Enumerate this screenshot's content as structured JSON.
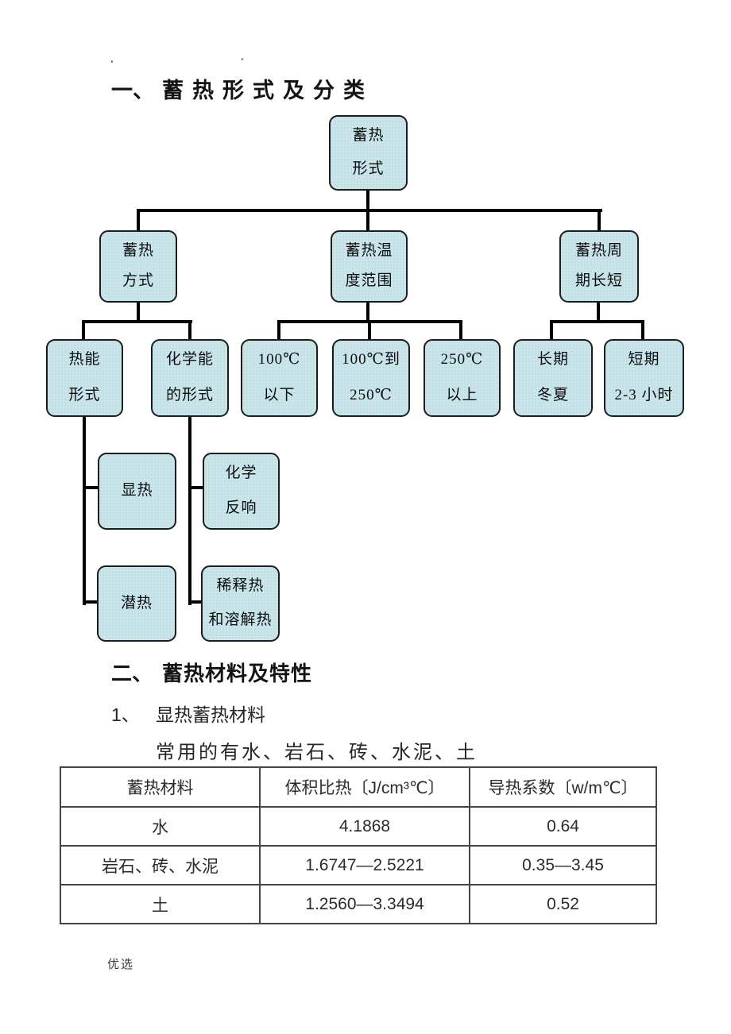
{
  "page": {
    "stray_marks": [
      "·",
      "·"
    ]
  },
  "sections": {
    "s1": {
      "num": "一、",
      "title": "蓄热形式及分类"
    },
    "s2": {
      "num": "二、",
      "title": "蓄热材料及特性"
    },
    "s2_item1": {
      "num": "1、",
      "title": "显热蓄热材料"
    },
    "s2_item1_text": "常用的有水、岩石、砖、水泥、土"
  },
  "flowchart": {
    "nodes": {
      "root": [
        "蓄热",
        "形式"
      ],
      "storage_method": [
        "蓄热",
        "方式"
      ],
      "temperature_range": [
        "蓄热温",
        "度范围"
      ],
      "cycle_length": [
        "蓄热周",
        "期长短"
      ],
      "thermal_energy_form": [
        "热能",
        "形式"
      ],
      "chemical_energy_form": [
        "化学能",
        "的形式"
      ],
      "below_100c": [
        "100℃",
        "以下"
      ],
      "c100_to_250c": [
        "100℃到",
        "250℃"
      ],
      "above_250c": [
        "250℃",
        "以上"
      ],
      "long_term": [
        "长期",
        "冬夏"
      ],
      "short_term": [
        "短期",
        "2-3 小时"
      ],
      "sensible_heat": [
        "显热"
      ],
      "chemical_reaction": [
        "化学",
        "反响"
      ],
      "latent_heat": [
        "潜热"
      ],
      "dilution_solution_heat": [
        "稀释热",
        "和溶解热"
      ]
    },
    "colors": {
      "node_fill": "#c9e5ea",
      "node_dot": "#9dc8d1",
      "node_border": "#1c1c1c",
      "connector": "#000000"
    }
  },
  "table": {
    "headers": [
      "蓄热材料",
      "体积比热〔J/cm³℃〕",
      "导热系数〔w/m℃〕"
    ],
    "rows": [
      [
        "水",
        "4.1868",
        "0.64"
      ],
      [
        "岩石、砖、水泥",
        "1.6747—2.5221",
        "0.35—3.45"
      ],
      [
        "土",
        "1.2560—3.3494",
        "0.52"
      ]
    ]
  },
  "footer": {
    "label": "优选"
  }
}
